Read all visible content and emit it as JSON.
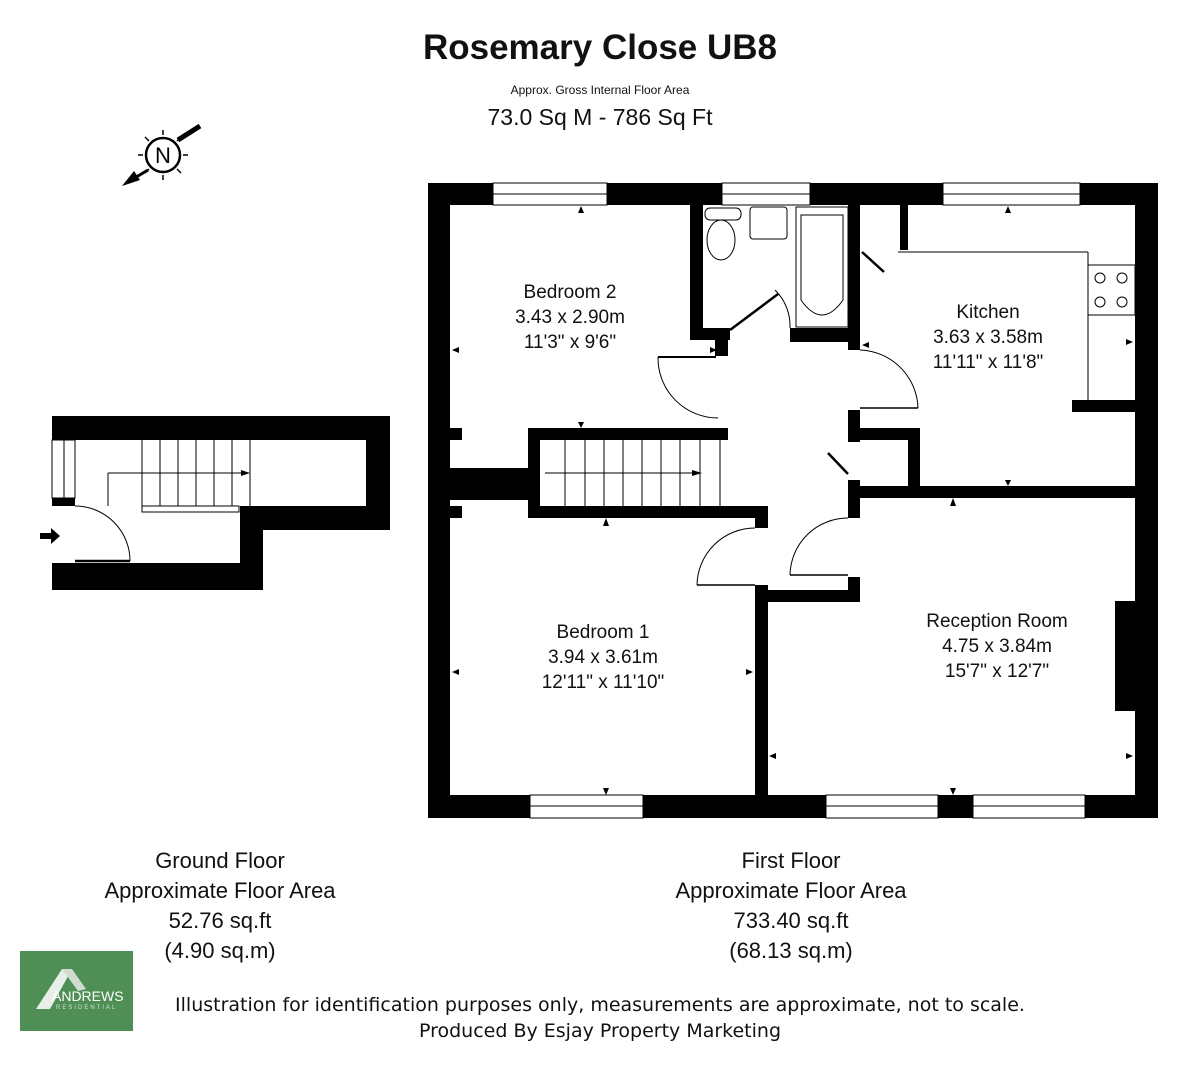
{
  "header": {
    "title": "Rosemary Close UB8",
    "subtitle": "Approx. Gross Internal Floor Area",
    "total_area": "73.0 Sq M - 786 Sq Ft"
  },
  "compass": {
    "label": "N",
    "icon": "north-arrow-icon"
  },
  "rooms": [
    {
      "name": "Bedroom 2",
      "metric": "3.43 x 2.90m",
      "imperial": "11'3\" x 9'6\""
    },
    {
      "name": "Kitchen",
      "metric": "3.63 x 3.58m",
      "imperial": "11'11\" x 11'8\""
    },
    {
      "name": "Bedroom 1",
      "metric": "3.94 x 3.61m",
      "imperial": "12'11\" x 11'10\""
    },
    {
      "name": "Reception Room",
      "metric": "4.75 x 3.84m",
      "imperial": "15'7\" x 12'7\""
    }
  ],
  "floors": [
    {
      "name": "Ground Floor",
      "label": "Approximate Floor Area",
      "sqft": "52.76 sq.ft",
      "sqm": "(4.90 sq.m)"
    },
    {
      "name": "First Floor",
      "label": "Approximate Floor Area",
      "sqft": "733.40 sq.ft",
      "sqm": "(68.13 sq.m)"
    }
  ],
  "footer": {
    "disclaimer": "Illustration for identification purposes only, measurements are approximate, not to scale.",
    "producer": "Produced By Esjay Property Marketing"
  },
  "logo": {
    "name": "ANDREWS",
    "tagline": "RESIDENTIAL",
    "color": "#4f8f55"
  },
  "colors": {
    "wall": "#000000",
    "background": "#ffffff"
  }
}
